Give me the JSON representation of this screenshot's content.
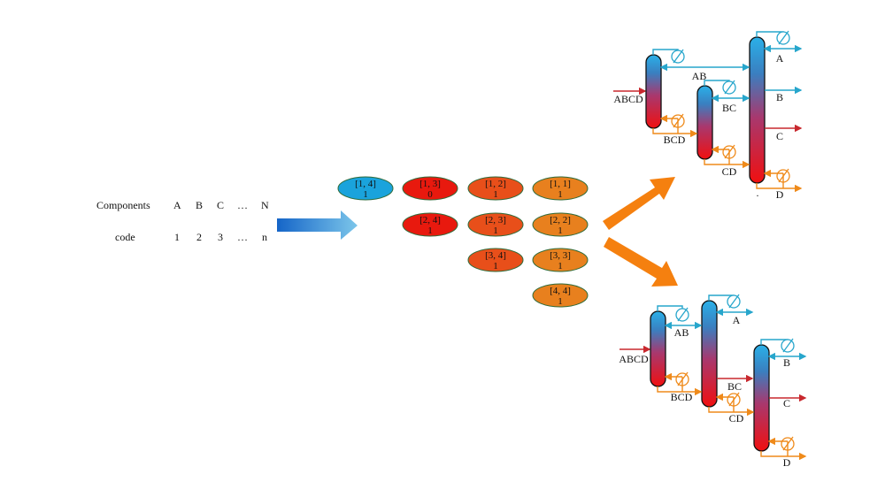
{
  "components_row": {
    "label": "Components",
    "items": [
      "A",
      "B",
      "C",
      "…",
      "N"
    ]
  },
  "code_row": {
    "label": "code",
    "items": [
      "1",
      "2",
      "3",
      "…",
      "n"
    ]
  },
  "nodes": [
    {
      "range": "[1, 4]",
      "value": "1",
      "color": "#1aa3dc"
    },
    {
      "range": "[1, 3]",
      "value": "0",
      "color": "#e8190e"
    },
    {
      "range": "[2, 4]",
      "value": "1",
      "color": "#e8190e"
    },
    {
      "range": "[1, 2]",
      "value": "1",
      "color": "#e84f1a"
    },
    {
      "range": "[2, 3]",
      "value": "1",
      "color": "#e84f1a"
    },
    {
      "range": "[3, 4]",
      "value": "1",
      "color": "#e84f1a"
    },
    {
      "range": "[1, 1]",
      "value": "1",
      "color": "#e8801e"
    },
    {
      "range": "[2, 2]",
      "value": "1",
      "color": "#e8801e"
    },
    {
      "range": "[3, 3]",
      "value": "1",
      "color": "#e8801e"
    },
    {
      "range": "[4, 4]",
      "value": "1",
      "color": "#e8801e"
    }
  ],
  "flowsheet_top": {
    "labels": {
      "feed": "ABCD",
      "ab": "AB",
      "bcd": "BCD",
      "bc": "BC",
      "cd": "CD",
      "a": "A",
      "b": "B",
      "c": "C",
      "d": "D",
      "dot": "."
    }
  },
  "flowsheet_bottom": {
    "labels": {
      "feed": "ABCD",
      "ab": "AB",
      "bcd": "BCD",
      "a": "A",
      "bc": "BC",
      "cd": "CD",
      "b": "B",
      "c": "C",
      "d": "D"
    }
  },
  "colors": {
    "blue_arrow": "#1e88d8",
    "orange_arrow": "#f5800f",
    "top_stream": "#27a6cc",
    "bottom_stream": "#ef8a1a",
    "product_red": "#c8282e"
  }
}
